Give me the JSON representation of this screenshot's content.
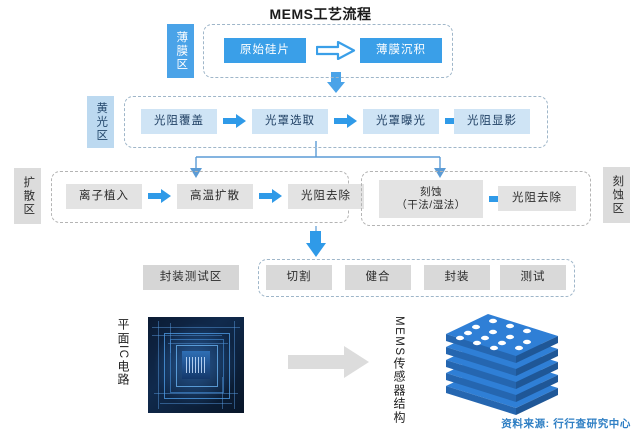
{
  "chart_title": "MEMS工艺流程",
  "stages": [
    {
      "id": "thin-film",
      "label": "薄膜区",
      "steps": [
        "原始硅片",
        "薄膜沉积"
      ],
      "arrows": 1
    },
    {
      "id": "photolithography",
      "label": "黄光区",
      "steps": [
        "光阻覆盖",
        "光罩选取",
        "光罩曝光",
        "光阻显影"
      ],
      "arrows": 3
    },
    {
      "id": "diffusion",
      "label": "扩散区",
      "steps": [
        "离子植入",
        "高温扩散",
        "光阻去除"
      ],
      "arrows": 2
    },
    {
      "id": "etching",
      "label": "刻蚀区",
      "steps": [
        "刻蚀\n（干法/湿法）",
        "光阻去除"
      ],
      "steps_line1": [
        "刻蚀",
        "光阻去除"
      ],
      "steps_line2": [
        "（干法/湿法）",
        ""
      ],
      "arrows": 1
    },
    {
      "id": "packaging-test",
      "label": "封装测试区",
      "steps": [
        "切割",
        "健合",
        "封装",
        "测试"
      ],
      "arrows": 0
    }
  ],
  "bottom": {
    "left_caption": "平面IC电路",
    "left_caption_lines": [
      "平",
      "面",
      "IC",
      "电",
      "路"
    ],
    "left_image": "ic-chip-photo",
    "transform_arrow": "gray-right-arrow",
    "right_caption": "MEMS传感器结构",
    "right_caption_lines": [
      "MEMS",
      "传",
      "感",
      "器",
      "结",
      "构"
    ],
    "right_image": "mems-layer-stack"
  },
  "source_note": "资料来源: 行行查研究中心",
  "colors": {
    "accent_blue": "#3a9fe8",
    "pale_blue": "#cfe4f5",
    "label_blue": "#4aa3e8",
    "label_pale_blue": "#bcd9f0",
    "gray_box": "#e3e3e3",
    "gray_label": "#d6d6d6",
    "dash_border": "#9fb6c9",
    "source_blue": "#2f7fc4",
    "title_color": "#1a1a1a"
  }
}
